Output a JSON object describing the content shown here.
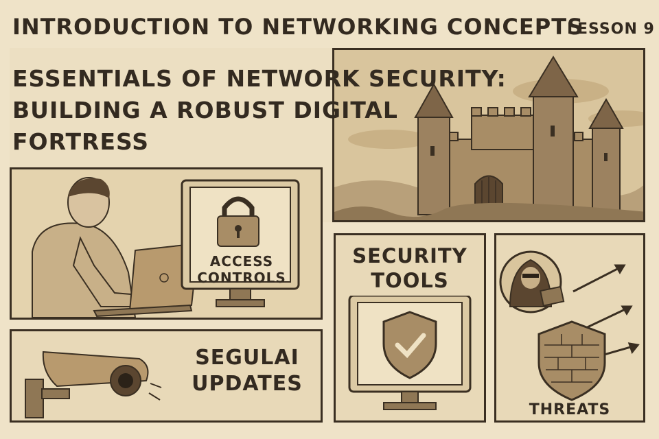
{
  "header": {
    "course_title": "INTRODUCTION TO NETWORKING CONCEPTS",
    "lesson": "LESSON 9"
  },
  "headline": {
    "line1": "ESSENTIALS OF NETWORK SECURITY:",
    "line2": "BUILDING A ROBUST DIGITAL",
    "line3": "FORTRESS"
  },
  "panels": {
    "access": {
      "line1": "ACCESS",
      "line2": "CONTROLS"
    },
    "security_tools": {
      "line1": "SECURITY",
      "line2": "TOOLS"
    },
    "updates": {
      "line1": "SEGULAI",
      "line2": "UPDATES"
    },
    "threats": {
      "label": "THREATS"
    }
  },
  "icons": [
    "castle-icon",
    "padlock-icon",
    "laptop-icon",
    "shield-check-icon",
    "security-camera-icon",
    "hacker-icon",
    "brick-shield-icon",
    "arrow-icon"
  ],
  "colors": {
    "paper": "#efe3c8",
    "ink": "#3a2f22",
    "panel": "#e8d9b8",
    "sepia": "#b89a6e"
  }
}
